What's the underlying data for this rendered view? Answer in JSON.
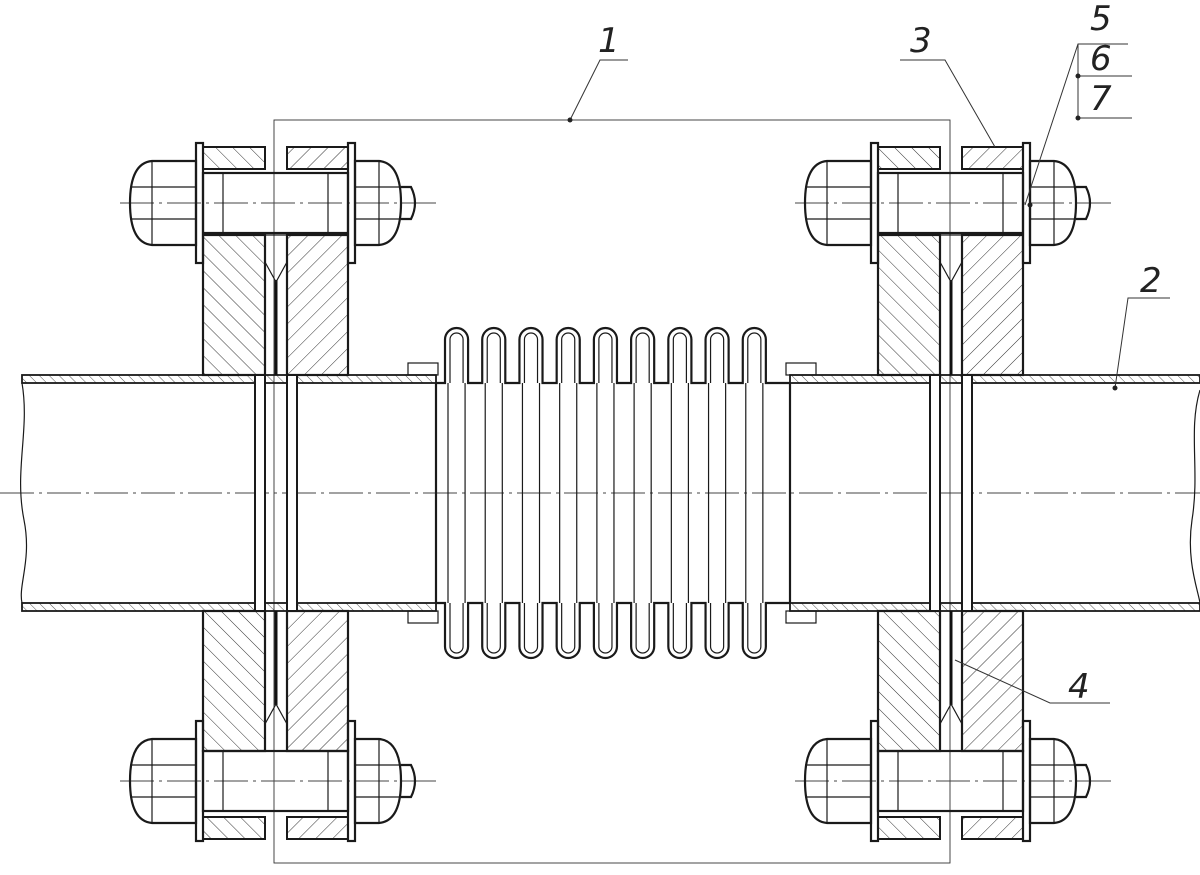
{
  "diagram": {
    "type": "technical-drawing",
    "callouts": [
      {
        "id": "1",
        "label": "1"
      },
      {
        "id": "2",
        "label": "2"
      },
      {
        "id": "3",
        "label": "3"
      },
      {
        "id": "4",
        "label": "4"
      },
      {
        "id": "5",
        "label": "5"
      },
      {
        "id": "6",
        "label": "6"
      },
      {
        "id": "7",
        "label": "7"
      }
    ]
  },
  "colors": {
    "line": "#1a1a1a",
    "background": "#ffffff"
  }
}
